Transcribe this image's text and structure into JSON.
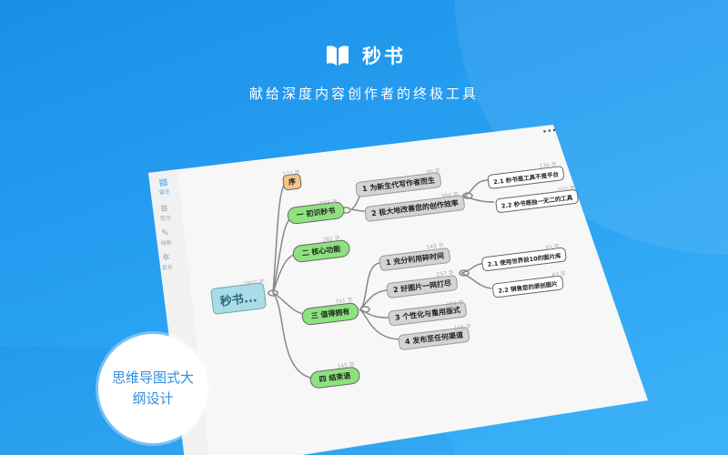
{
  "brand": {
    "title": "秒书",
    "icon": "open-book-icon"
  },
  "subtitle": "献给深度内容创作者的终极工具",
  "window": {
    "menu_dots": "•••"
  },
  "sidebar": {
    "items": [
      {
        "label": "设计",
        "icon": "design-icon",
        "glyph": "▤"
      },
      {
        "label": "写作",
        "icon": "write-icon",
        "glyph": "≣"
      },
      {
        "label": "排版",
        "icon": "layout-icon",
        "glyph": "✎"
      },
      {
        "label": "发布",
        "icon": "publish-icon",
        "glyph": "✲"
      }
    ]
  },
  "mindmap": {
    "root": {
      "label": "秒书...",
      "count": "1902 字"
    },
    "nodes": [
      {
        "label": "序",
        "count": "122 字"
      },
      {
        "label": "一 初识秒书",
        "count": "593 字"
      },
      {
        "label": "二 核心功能",
        "count": "282 字"
      },
      {
        "label": "三 值得拥有",
        "count": "751 字"
      },
      {
        "label": "四 结束语",
        "count": "145 字"
      },
      {
        "label": "1 为新生代写作者而生",
        "count": "99 字"
      },
      {
        "label": "2 极大地改善您的创作效率",
        "count": "384 字"
      },
      {
        "label": "2.1 秒书是工具不是平台",
        "count": "139 字"
      },
      {
        "label": "2.2 秒书是独一无二的工具",
        "count": "203 字"
      },
      {
        "label": "1 充分利用碎时间",
        "count": "149 字"
      },
      {
        "label": "2 好图片一网打尽",
        "count": "257 字"
      },
      {
        "label": "2.1 使用世界前10的图片库",
        "count": "93 字"
      },
      {
        "label": "2.2 销售您的原创图片",
        "count": "43 字"
      },
      {
        "label": "3 个性化与重用版式",
        "count": "194 字"
      },
      {
        "label": "4 发布至任何渠道",
        "count": "146 字"
      }
    ]
  },
  "badge": "思维导图式大纲设计"
}
